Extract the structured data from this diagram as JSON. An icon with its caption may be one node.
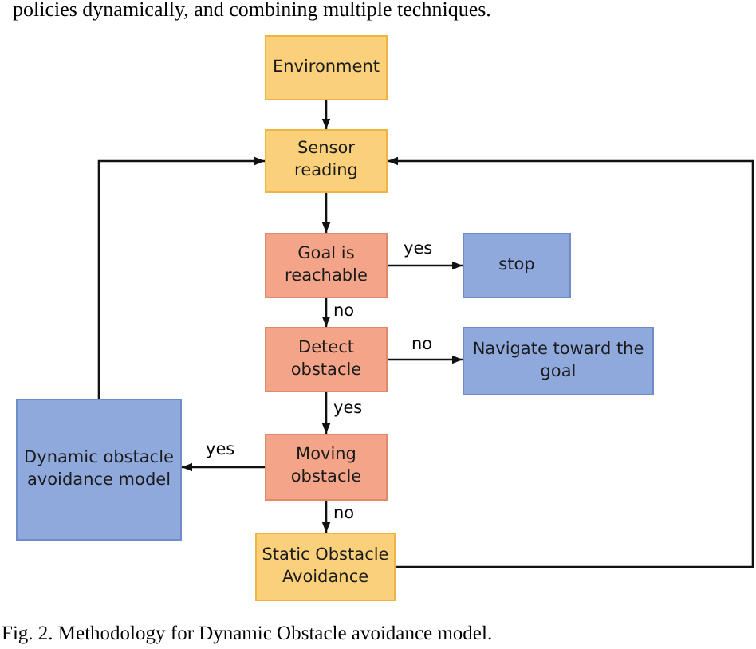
{
  "diagram": {
    "caption": "Fig. 2. Methodology for Dynamic Obstacle avoidance model.",
    "nodes": [
      {
        "text": [
          "Environment"
        ]
      },
      {
        "text": [
          "Sensor reading"
        ]
      },
      {
        "text": [
          "Goal is reachable"
        ]
      },
      {
        "text": [
          "stop"
        ]
      },
      {
        "text": [
          "Detect obstacle"
        ]
      },
      {
        "text": [
          "Navigate toward the goal"
        ]
      },
      {
        "text": [
          "Dynamic obstacle avoidance model"
        ]
      },
      {
        "text": [
          "Moving obstacle"
        ]
      },
      {
        "text": [
          "Static Obstacle Avoidance"
        ]
      }
    ],
    "edges": [
      {
        "from": 0,
        "to": 1,
        "arrow": "to"
      },
      {
        "from": 1,
        "to": 2,
        "arrow": "to"
      },
      {
        "from": 2,
        "to": 3,
        "label": "yes",
        "arrow": "to"
      },
      {
        "from": 2,
        "to": 4,
        "label": "no",
        "arrow": "to"
      },
      {
        "from": 4,
        "to": 5,
        "label": "no",
        "arrow": "to"
      },
      {
        "from": 4,
        "to": 7,
        "label": "yes",
        "arrow": "to"
      },
      {
        "from": 7,
        "to": 6,
        "label": "yes",
        "arrow": "to"
      },
      {
        "from": 7,
        "to": 8,
        "label": "no",
        "arrow": "to"
      },
      {
        "from": 6,
        "to": 1,
        "arrow": "to"
      },
      {
        "from": 8,
        "to": 1,
        "arrow": "to"
      }
    ],
    "labels": [
      "policies dynamically, and combining multiple techniques."
    ]
  }
}
